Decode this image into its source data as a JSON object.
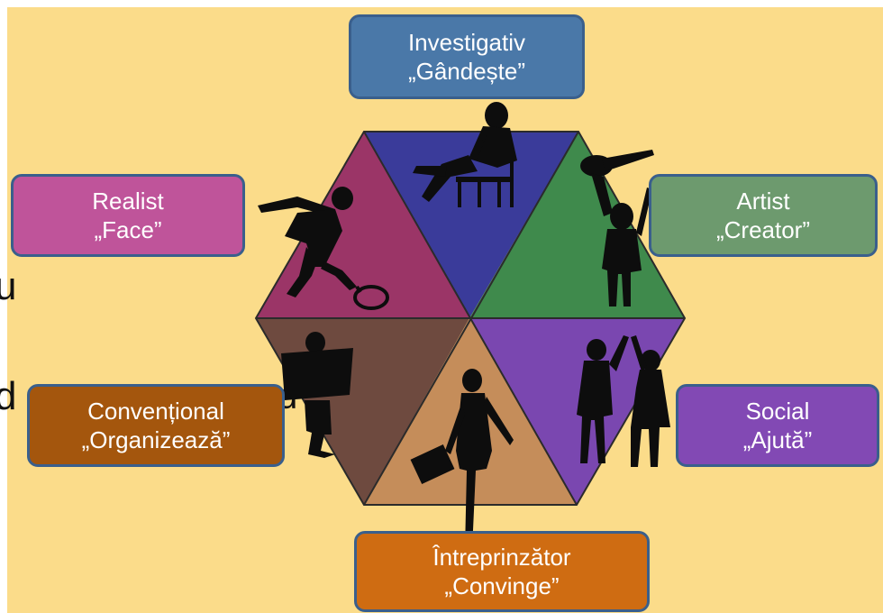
{
  "colors": {
    "background": "#fbdc8a",
    "investigativ": "#3a3b9a",
    "artist": "#3f8a4c",
    "social": "#7a47b0",
    "intreprinzator": "#c58d5a",
    "conventional": "#6e4a3f",
    "realist": "#9b3567",
    "box_investigativ": "#4a78a8",
    "box_realist": "#bf549a",
    "box_artist": "#6d9a6e",
    "box_conventional": "#a4560d",
    "box_social": "#8249b4",
    "box_intreprinzator": "#cf6c12"
  },
  "labels": {
    "investigativ": {
      "line1": "Investigativ",
      "line2": "„Gândește”"
    },
    "realist": {
      "line1": "Realist",
      "line2": "„Face”"
    },
    "artist": {
      "line1": "Artist",
      "line2": "„Creator”"
    },
    "conventional": {
      "line1": "Convențional",
      "line2": "„Organizează”"
    },
    "social": {
      "line1": "Social",
      "line2": "„Ajută”"
    },
    "intreprinzator": {
      "line1": "Întreprinzător",
      "line2": "„Convinge”"
    }
  },
  "fragments": {
    "left_upper": "u",
    "left_lower": "d",
    "behind_box": "d"
  },
  "icons": {
    "investigativ": "person-on-chair-icon",
    "artist": "person-with-guitar-icon",
    "realist": "tennis-player-icon",
    "conventional": "person-reading-newspaper-icon",
    "social": "high-five-couple-icon",
    "intreprinzator": "businesswoman-with-briefcase-icon"
  }
}
